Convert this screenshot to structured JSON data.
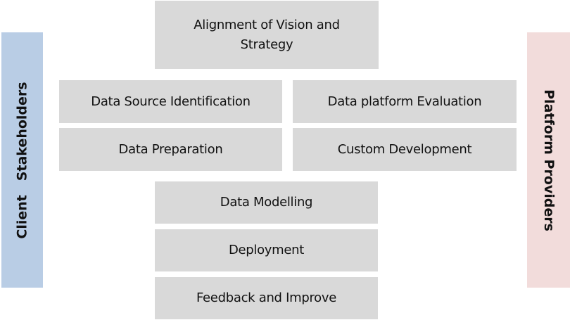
{
  "side_labels": {
    "left": "Client   Stakeholders",
    "right": "Platform Providers"
  },
  "steps": {
    "vision": "Alignment of  Vision and Strategy",
    "source": "Data Source Identification",
    "platform": "Data platform Evaluation",
    "prep": "Data Preparation",
    "custom": "Custom Development",
    "model": "Data Modelling",
    "deploy": "Deployment",
    "feedback": "Feedback and Improve"
  },
  "colors": {
    "box": "#d9d9d9",
    "client": "#b9cde5",
    "provider": "#f2dcdb"
  }
}
